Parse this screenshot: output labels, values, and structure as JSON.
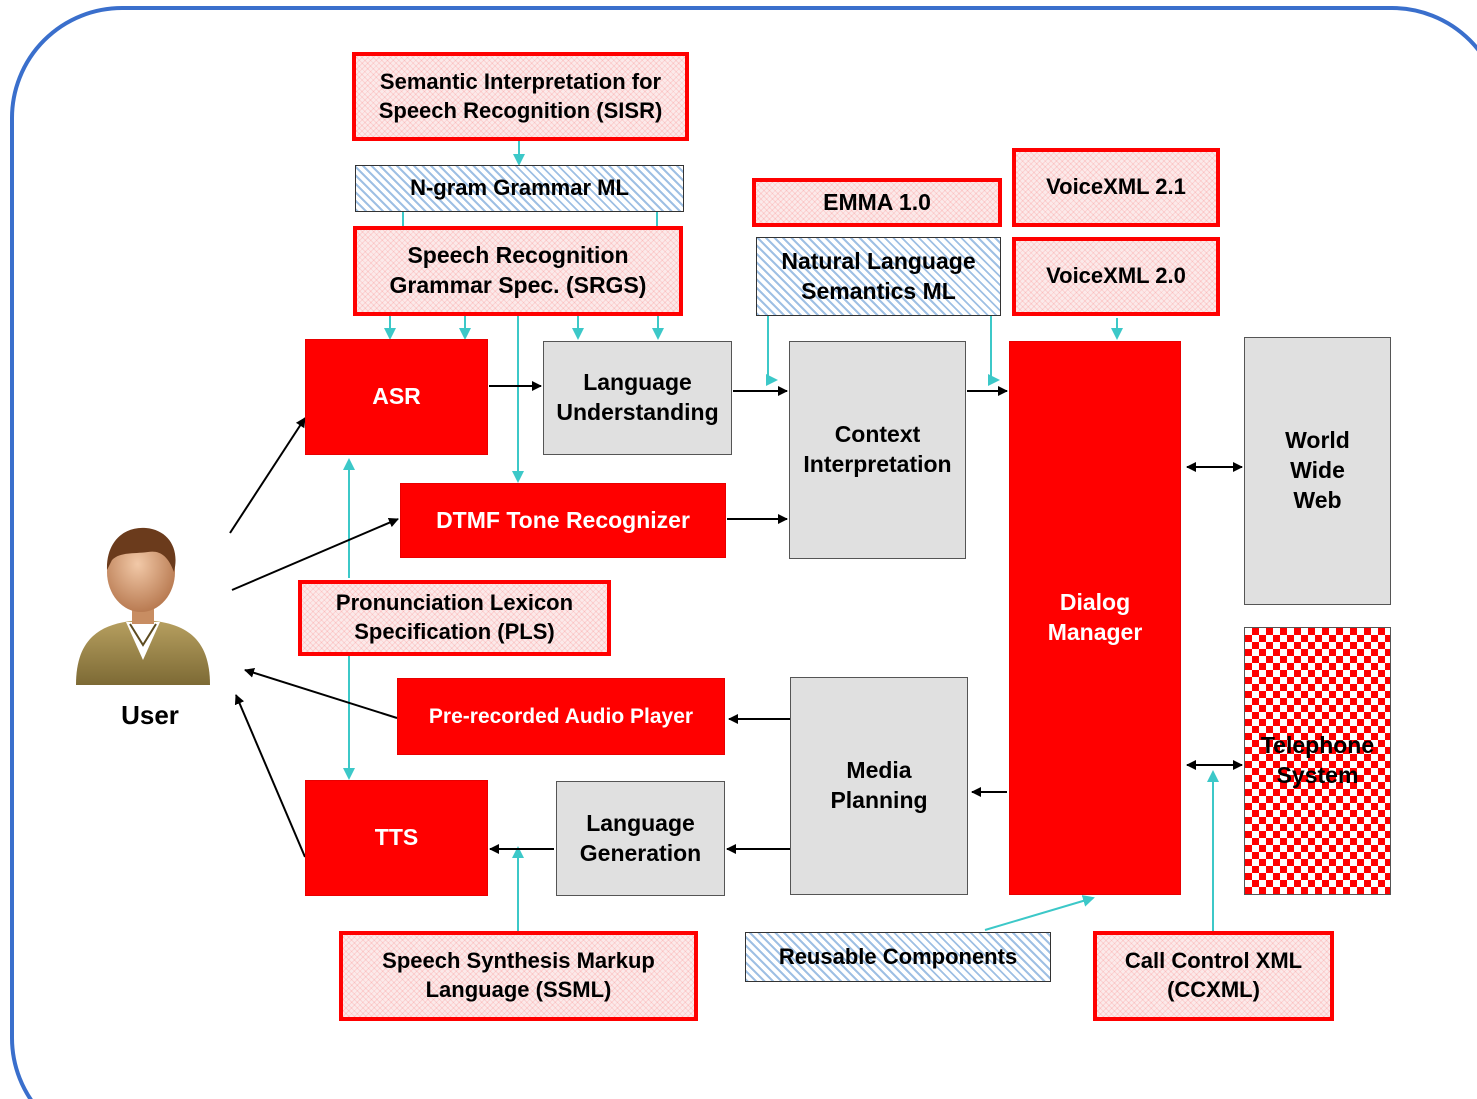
{
  "user": {
    "label": "User",
    "icon": "user-person-icon"
  },
  "processing": {
    "asr": "ASR",
    "language_understanding": "Language Understanding",
    "context_interpretation": "Context Interpretation",
    "dtmf": "DTMF Tone Recognizer",
    "dialog_manager": "Dialog Manager",
    "world_wide_web": "World Wide Web",
    "telephone_system": "Telephone System",
    "audio_player": "Pre-recorded Audio Player",
    "media_planning": "Media Planning",
    "tts": "TTS",
    "language_generation": "Language Generation"
  },
  "specs": {
    "sisr": "Semantic Interpretation for Speech Recognition (SISR)",
    "ngram": "N-gram Grammar ML",
    "srgs": "Speech Recognition Grammar Spec. (SRGS)",
    "emma": "EMMA 1.0",
    "voicexml21": "VoiceXML 2.1",
    "voicexml20": "VoiceXML 2.0",
    "nlsml": "Natural Language Semantics ML",
    "pls": "Pronunciation Lexicon Specification (PLS)",
    "ssml": "Speech Synthesis Markup Language (SSML)",
    "reusable": "Reusable Components",
    "ccxml": "Call Control XML (CCXML)"
  },
  "colors": {
    "frame": "#3a6fcc",
    "component_red": "#ff0000",
    "spec_border": "#ff0000",
    "process_grey": "#e0e0e0",
    "hatch_blue": "#9fc0e4",
    "cyan_arrow": "#3cc8c8",
    "black_arrow": "#000000"
  }
}
